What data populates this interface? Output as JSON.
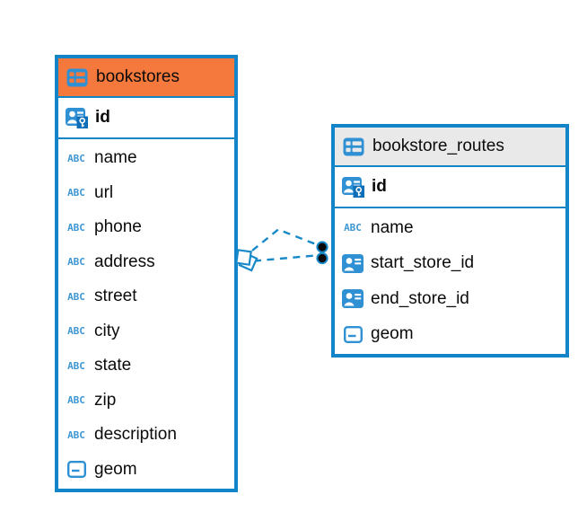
{
  "diagram_title": "ER diagram",
  "colors": {
    "background": "#ffffff",
    "table_border_blue": "#1285C8",
    "selected_header_orange": "#F5793C",
    "header_gray": "#E9E9E9",
    "icon_blue": "#2F90D3",
    "icon_key_badge_blue": "#0E6FB8",
    "abc_text_blue": "#3E97D3",
    "relationship_line_blue": "#1789C9",
    "text_black": "#0b0b0b"
  },
  "icons": {
    "table": "table-grid-icon",
    "primary_key": "person-key-icon",
    "text_type": "abc-icon",
    "foreign_key": "person-card-icon",
    "geometry_type": "geometry-field-icon"
  },
  "tables": [
    {
      "name": "bookstores",
      "header_style": "selected-orange",
      "primary_key": "id",
      "columns": [
        {
          "name": "name",
          "type": "text"
        },
        {
          "name": "url",
          "type": "text"
        },
        {
          "name": "phone",
          "type": "text"
        },
        {
          "name": "address",
          "type": "text"
        },
        {
          "name": "street",
          "type": "text"
        },
        {
          "name": "city",
          "type": "text"
        },
        {
          "name": "state",
          "type": "text"
        },
        {
          "name": "zip",
          "type": "text"
        },
        {
          "name": "description",
          "type": "text"
        },
        {
          "name": "geom",
          "type": "geometry"
        }
      ]
    },
    {
      "name": "bookstore_routes",
      "header_style": "gray",
      "primary_key": "id",
      "columns": [
        {
          "name": "name",
          "type": "text"
        },
        {
          "name": "start_store_id",
          "type": "foreign_key"
        },
        {
          "name": "end_store_id",
          "type": "foreign_key"
        },
        {
          "name": "geom",
          "type": "geometry"
        }
      ]
    }
  ],
  "relationships": {
    "count": 2,
    "from_table": "bookstores",
    "to_table": "bookstore_routes",
    "line_style": "dashed",
    "source_marker": "overlapping-diamonds",
    "target_marker": "overlapping-filled-circles"
  }
}
